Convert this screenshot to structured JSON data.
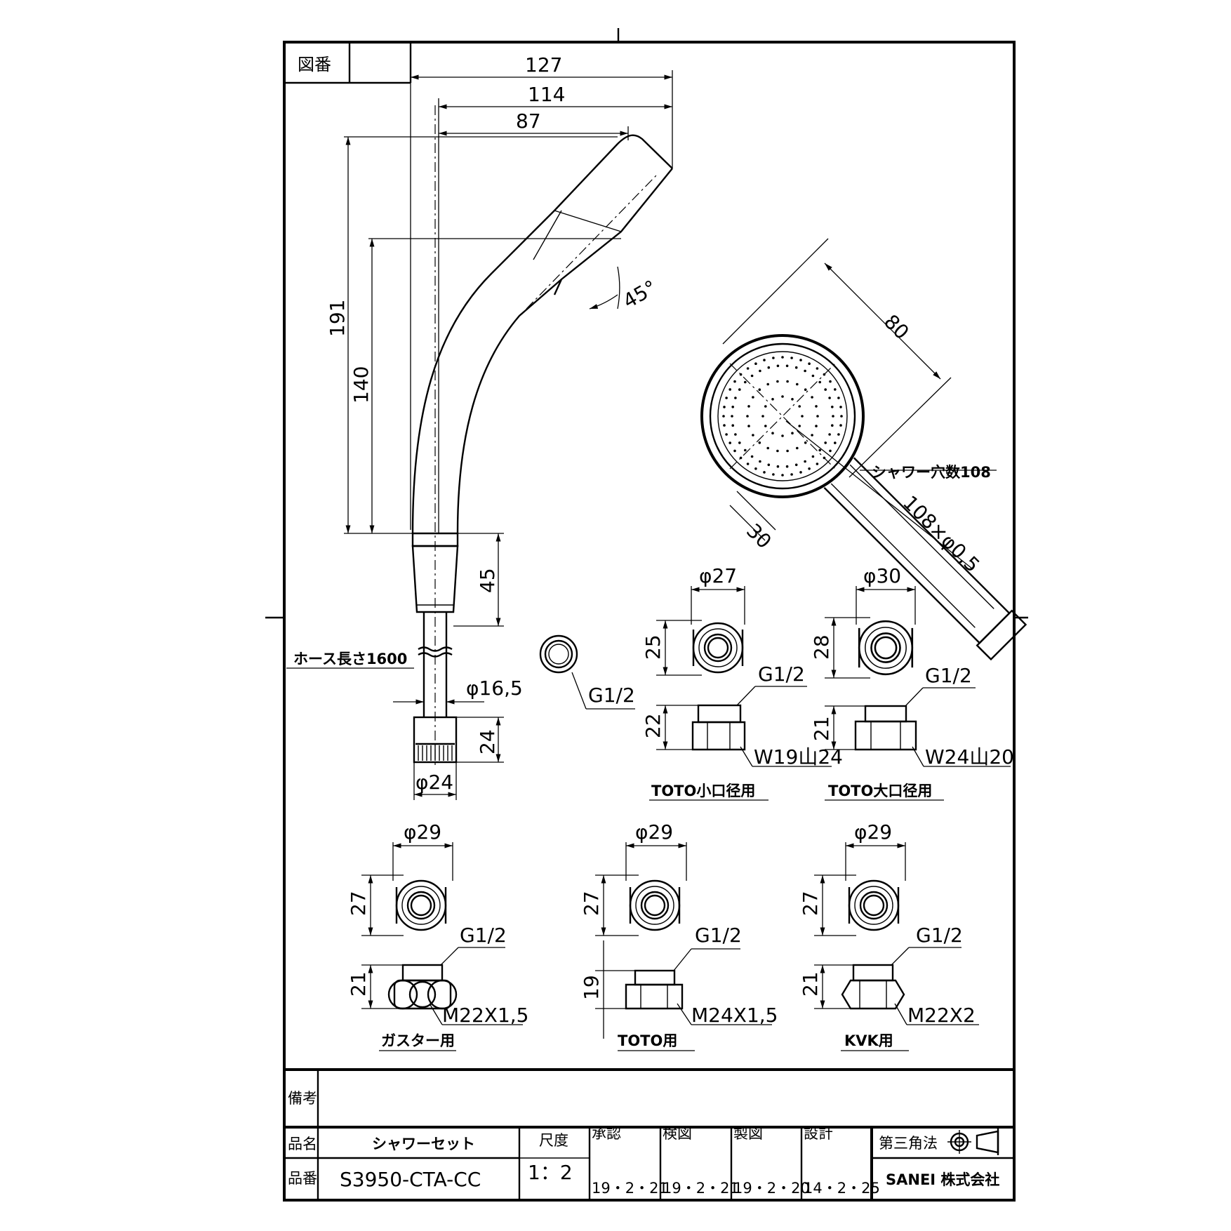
{
  "title_block": {
    "drawing_no_label": "図番",
    "remarks_label": "備考",
    "product_name_label": "品名",
    "product_name": "シャワーセット",
    "part_no_label": "品番",
    "part_no": "S3950-CTA-CC",
    "scale_label": "尺度",
    "scale": "1：2",
    "approved_label": "承認",
    "approved_date": "19・2・21",
    "checked_label": "検図",
    "checked_date": "19・2・21",
    "drawn_label": "製図",
    "drawn_date": "19・2・20",
    "design_label": "設計",
    "design_date": "14・2・25",
    "projection_label": "第三角法",
    "company": "SANEI 株式会社"
  },
  "shower_head": {
    "dims": {
      "width_total": "127",
      "width_mid": "114",
      "width_inner": "87",
      "height_total": "191",
      "height_inner": "140",
      "angle": "45°",
      "connector_height": "45",
      "hose_dia": "φ16,5",
      "nut_height": "24",
      "nut_dia": "φ24",
      "face_dia": "80",
      "handle_width": "30",
      "hole_size": "108×φ0,5",
      "thread": "G1/2"
    },
    "hose_length_label": "ホース長さ1600",
    "holes_label": "シャワー穴数108"
  },
  "adapters": [
    {
      "dia": "φ27",
      "height": "25",
      "thread": "G1/2",
      "side_height": "22",
      "spec": "W19山24",
      "use": "TOTO小口径用"
    },
    {
      "dia": "φ30",
      "height": "28",
      "thread": "G1/2",
      "side_height": "21",
      "spec": "W24山20",
      "use": "TOTO大口径用"
    },
    {
      "dia": "φ29",
      "height": "27",
      "thread": "G1/2",
      "side_height": "21",
      "spec": "M22X1,5",
      "use": "ガスター用"
    },
    {
      "dia": "φ29",
      "height": "27",
      "thread": "G1/2",
      "side_height": "19",
      "spec": "M24X1,5",
      "use": "TOTO用"
    },
    {
      "dia": "φ29",
      "height": "27",
      "thread": "G1/2",
      "side_height": "21",
      "spec": "M22X2",
      "use": "KVK用"
    }
  ]
}
